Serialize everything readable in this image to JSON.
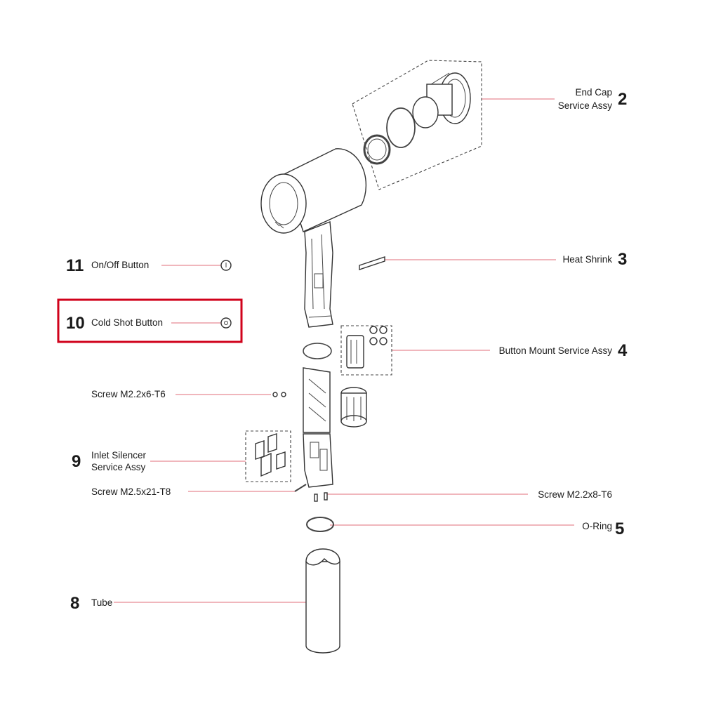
{
  "callouts": {
    "end_cap": {
      "number": "2",
      "line1": "End Cap",
      "line2": "Service Assy"
    },
    "heat_shrink": {
      "number": "3",
      "label": "Heat Shrink"
    },
    "button_mount": {
      "number": "4",
      "label": "Button Mount Service Assy"
    },
    "o_ring": {
      "number": "5",
      "label": "O-Ring"
    },
    "tube": {
      "number": "8",
      "label": "Tube"
    },
    "inlet_silencer": {
      "number": "9",
      "line1": "Inlet Silencer",
      "line2": "Service Assy"
    },
    "cold_shot": {
      "number": "10",
      "label": "Cold Shot Button"
    },
    "on_off": {
      "number": "11",
      "label": "On/Off Button"
    },
    "screw_m22x6": {
      "label": "Screw M2.2x6-T6"
    },
    "screw_m25x21": {
      "label": "Screw M2.5x21-T8"
    },
    "screw_m22x8": {
      "label": "Screw M2.2x8-T6"
    }
  },
  "colors": {
    "leader": "#e88a94",
    "highlight": "#d0021b",
    "ink": "#1a1a1a"
  }
}
